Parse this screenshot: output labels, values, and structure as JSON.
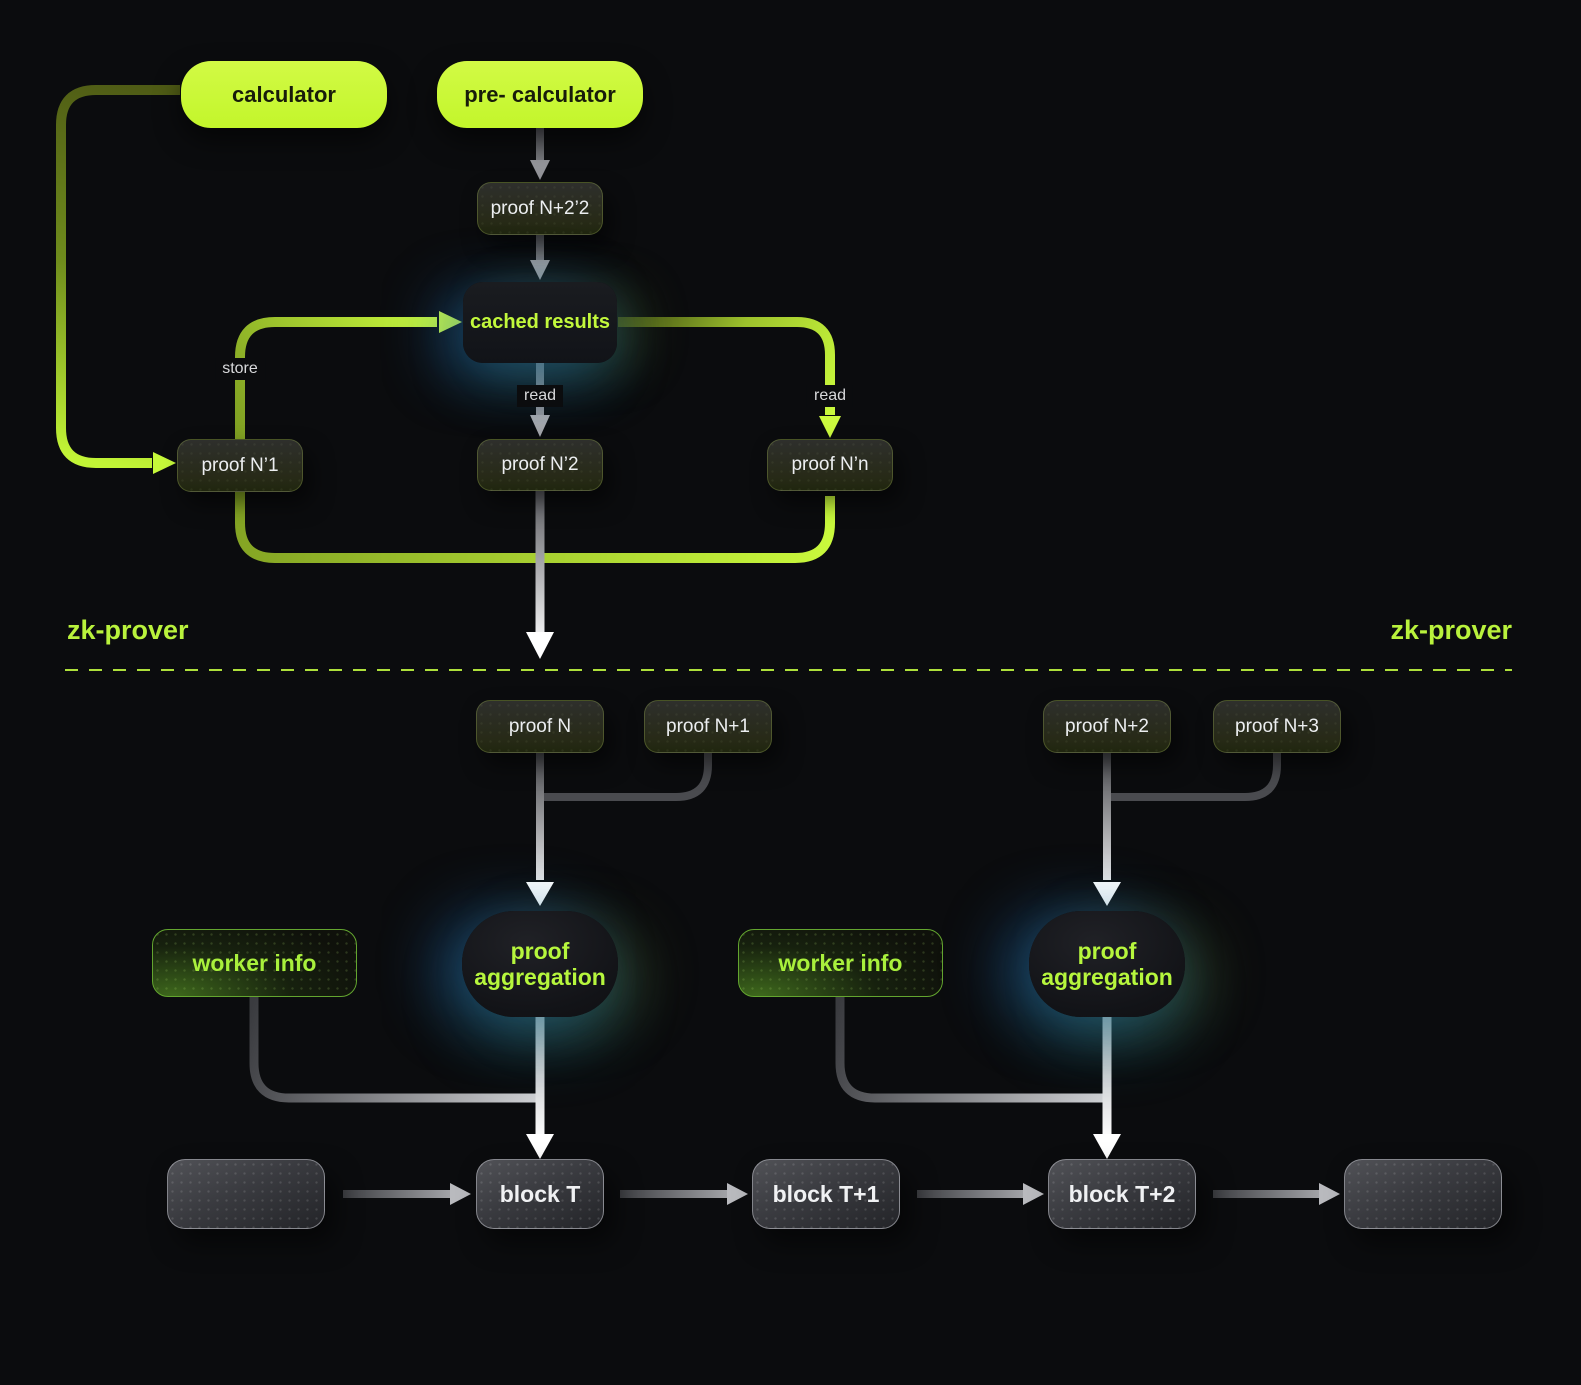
{
  "colors": {
    "background": "#0b0c0e",
    "accent_green": "#c6f83a",
    "label_green": "#b9f23c",
    "node_text": "#eceef0",
    "glow_blue": "#2670bc",
    "glow_teal": "#1a8aa6",
    "glow_olive": "#788e38"
  },
  "sections": {
    "zk_prover_left": "zk-prover",
    "zk_prover_right": "zk-prover"
  },
  "nodes": {
    "calculator": "calculator",
    "pre_calculator": "pre- calculator",
    "proof_n22": "proof N+2’2",
    "cached_results": "cached results",
    "proof_n1": "proof N’1",
    "proof_n2": "proof N’2",
    "proof_nn": "proof N’n",
    "proof_n": "proof N",
    "proof_n_plus_1": "proof N+1",
    "proof_n_plus_2": "proof N+2",
    "proof_n_plus_3": "proof N+3",
    "worker_info_left": "worker info",
    "worker_info_right": "worker info",
    "proof_aggregation_left": "proof aggregation",
    "proof_aggregation_right": "proof aggregation",
    "block_t": "block T",
    "block_t_plus_1": "block T+1",
    "block_t_plus_2": "block T+2"
  },
  "edge_labels": {
    "store": "store",
    "read_center": "read",
    "read_right": "read"
  }
}
